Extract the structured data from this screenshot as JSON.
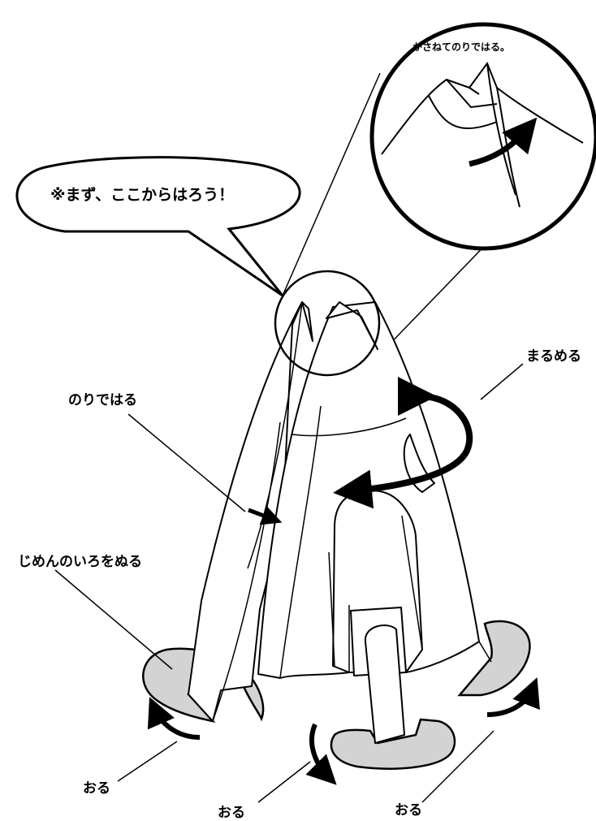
{
  "colors": {
    "ink": "#000000",
    "paper": "#ffffff",
    "ground_fill": "#d3d3d3"
  },
  "callout_text": "※まず、ここからはろう！",
  "zoom_label": "かさねてのりではる。",
  "labels": {
    "marumeru": "まるめる",
    "noriwahari": "のりではる",
    "jimen": "じめんのいろをぬる",
    "oru_left": "おる",
    "oru_center": "おる",
    "oru_right": "おる"
  },
  "icons": {
    "zoom": "magnifier-circle",
    "roll_arrow": "curved-arrow",
    "fold_arrow": "curved-arrow",
    "pointer_arrow": "straight-arrow"
  }
}
